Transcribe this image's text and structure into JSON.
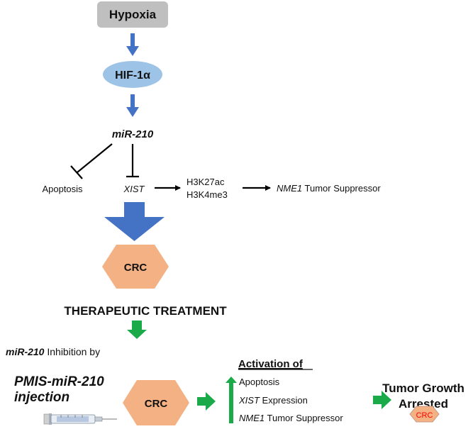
{
  "nodes": {
    "hypoxia": "Hypoxia",
    "hif": "HIF-1α",
    "mir210": "miR-210",
    "apoptosis": "Apoptosis",
    "xist": "XIST",
    "h3k27ac": "H3K27ac",
    "h3k4me3": "H3K4me3",
    "nme1": "NME1",
    "tumor_suppressor": " Tumor Suppressor",
    "crc": "CRC"
  },
  "therapy": {
    "heading": "THERAPEUTIC TREATMENT",
    "inhibition_prefix": "miR-210",
    "inhibition_suffix": " Inhibition by",
    "pmis_line1": "PMIS-miR-210",
    "pmis_line2": "injection",
    "crc": "CRC",
    "activation_title": "Activation of",
    "activation_items": {
      "apoptosis": "Apoptosis",
      "xist": "XIST",
      "expression": " Expression",
      "nme1": "NME1",
      "tumor_suppressor": " Tumor Suppressor"
    },
    "result_line1": "Tumor Growth",
    "result_line2": "Arrested",
    "small_crc": "CRC"
  },
  "colors": {
    "hypoxia_box": "#bfbfbf",
    "hif_ellipse": "#9dc3e6",
    "blue_arrow": "#4472c4",
    "crc_hexagon": "#f4b183",
    "green_arrow": "#1aaa4a",
    "small_crc_text": "#ff0000"
  }
}
